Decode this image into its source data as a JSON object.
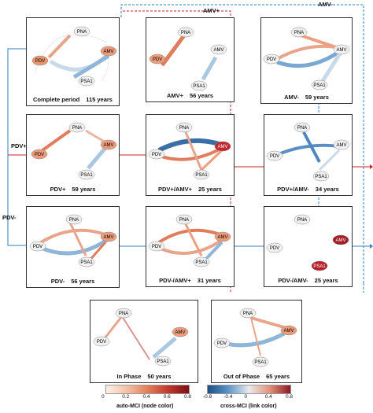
{
  "labels": {
    "pdv_pos": "PDV+",
    "pdv_neg": "PDV-",
    "amv_pos": "AMV+",
    "amv_neg": "AMV-"
  },
  "nodes": [
    "PNA",
    "PDV",
    "AMV",
    "PSA1"
  ],
  "panels": [
    {
      "id": "complete",
      "title": "Complete period",
      "years": "115  years",
      "col": 0,
      "row": 0
    },
    {
      "id": "amvpos",
      "title": "AMV+",
      "years": "56 years",
      "col": 1,
      "row": 0
    },
    {
      "id": "amvneg",
      "title": "AMV-",
      "years": "59 years",
      "col": 2,
      "row": 0
    },
    {
      "id": "pdvpos",
      "title": "PDV+",
      "years": "59 years",
      "col": 0,
      "row": 1
    },
    {
      "id": "pdvpos_amvpos",
      "title": "PDV+/AMV+",
      "years": "25 years",
      "col": 1,
      "row": 1
    },
    {
      "id": "pdvpos_amvneg",
      "title": "PDV+/AMV-",
      "years": "34 years",
      "col": 2,
      "row": 1
    },
    {
      "id": "pdvneg",
      "title": "PDV-",
      "years": "56 years",
      "col": 0,
      "row": 2
    },
    {
      "id": "pdvneg_amvpos",
      "title": "PDV-/AMV+",
      "years": "31 years",
      "col": 1,
      "row": 2
    },
    {
      "id": "pdvneg_amvneg",
      "title": "PDV-/AMV-",
      "years": "25 years",
      "col": 2,
      "row": 2
    },
    {
      "id": "inphase",
      "title": "In Phase",
      "years": "50 years",
      "col": "a",
      "row": 3
    },
    {
      "id": "outphase",
      "title": "Out of Phase",
      "years": "65 years",
      "col": "b",
      "row": 3
    }
  ],
  "colorbars": {
    "auto": {
      "title": "auto-MCI (node color)",
      "ticks": [
        "0",
        "0.2",
        "0.4",
        "0.6",
        "0.8"
      ],
      "colors": [
        "#fbf1ea",
        "#f5c2a2",
        "#e37f5a",
        "#c0392b",
        "#7f0d16"
      ]
    },
    "cross": {
      "title": "cross-MCI (link color)",
      "ticks": [
        "-0.8",
        "-0.4",
        "0",
        "0.4",
        "0.8"
      ],
      "colors": [
        "#1c4f86",
        "#5b95c9",
        "#eaeaea",
        "#e1927a",
        "#8d1622"
      ]
    }
  },
  "colors": {
    "red_line": "#c9202e",
    "blue_line": "#2f7fc1",
    "frame": "#333333"
  }
}
